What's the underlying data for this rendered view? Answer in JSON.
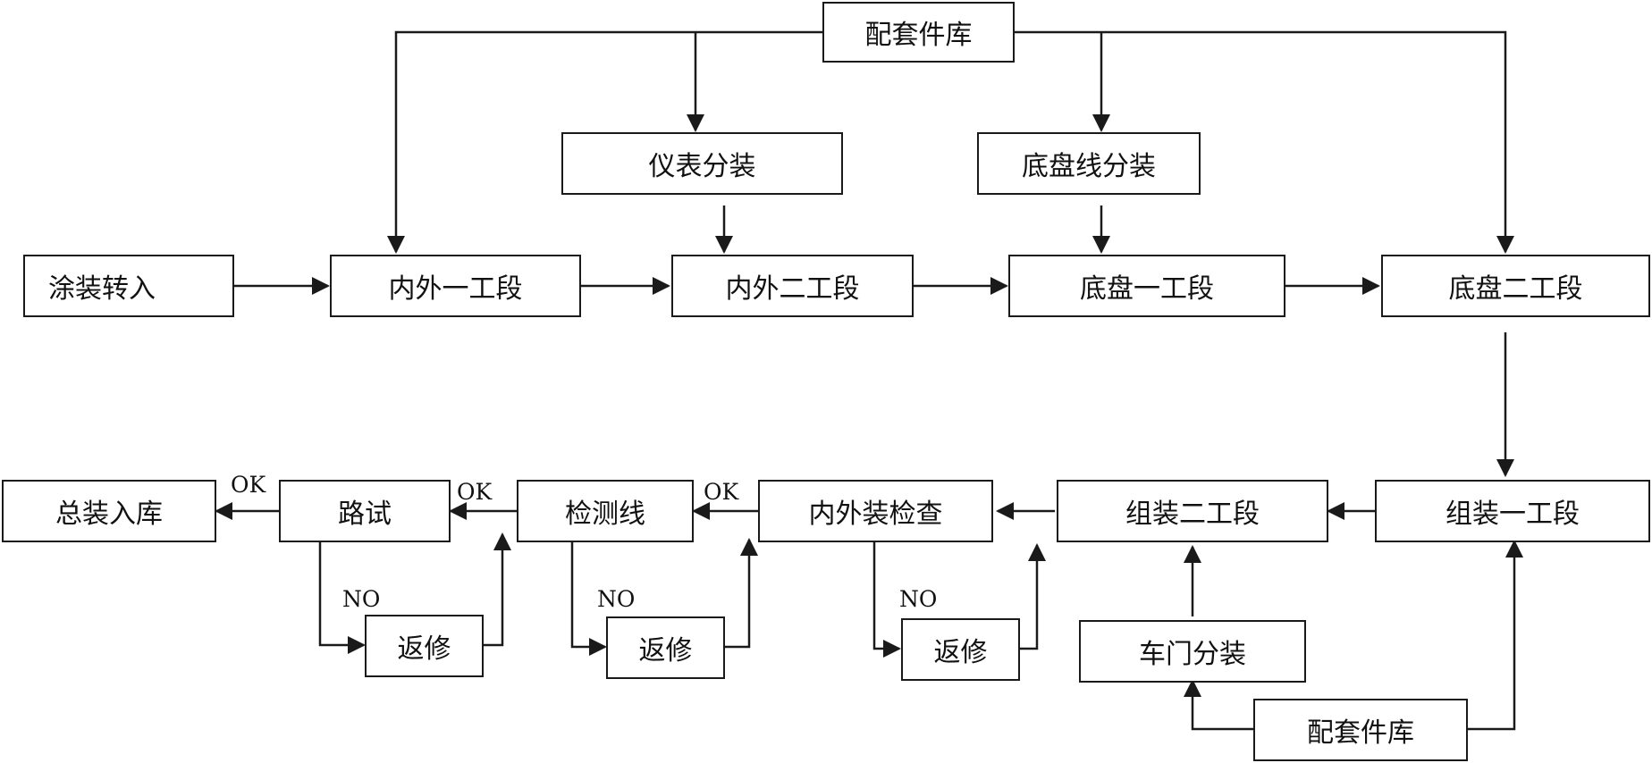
{
  "nodes": {
    "peitao_top": "配套件库",
    "yibiao": "仪表分装",
    "dipanxian": "底盘线分装",
    "tuzhuang": "涂装转入",
    "neiwai1": "内外一工段",
    "neiwai2": "内外二工段",
    "dipan1": "底盘一工段",
    "dipan2": "底盘二工段",
    "zongzhuang": "总装入库",
    "lushi": "路试",
    "jiancexian": "检测线",
    "neiwaijiancha": "内外装检查",
    "zuzhuang2": "组装二工段",
    "zuzhuang1": "组装一工段",
    "fanxiu1": "返修",
    "fanxiu2": "返修",
    "fanxiu3": "返修",
    "chemen": "车门分装",
    "peitao_bottom": "配套件库"
  },
  "labels": {
    "ok1": "OK",
    "ok2": "OK",
    "ok3": "OK",
    "no1": "NO",
    "no2": "NO",
    "no3": "NO"
  },
  "colors": {
    "stroke": "#1a1a1a",
    "text": "#111111",
    "background": "#ffffff"
  }
}
